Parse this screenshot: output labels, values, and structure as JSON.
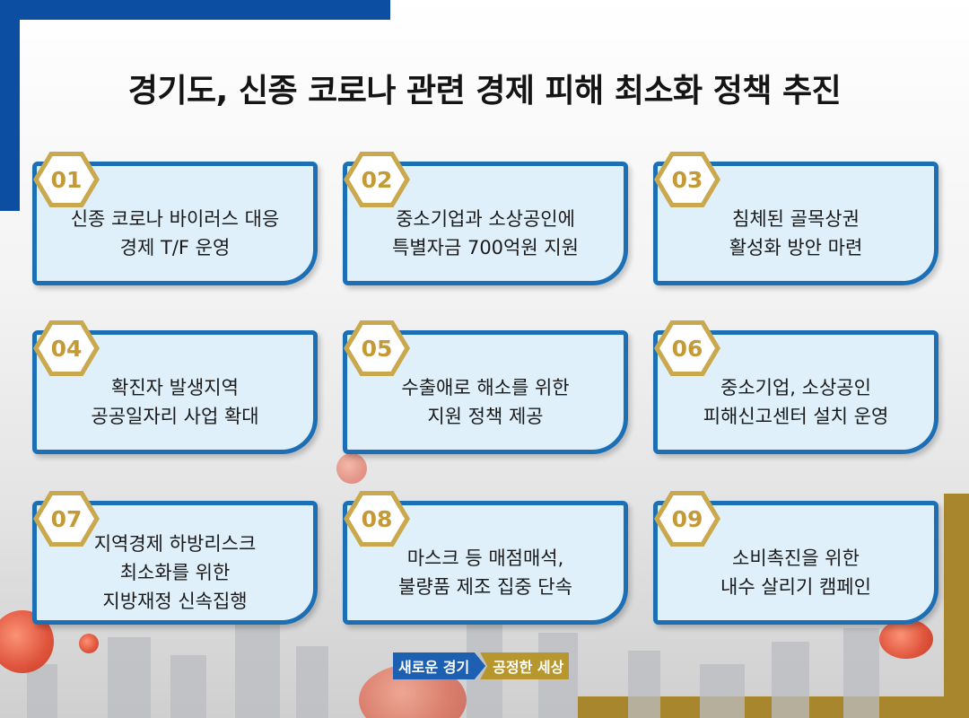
{
  "title": "경기도, 신종 코로나 관련 경제 피해 최소화 정책 추진",
  "cards": [
    {
      "num": "01",
      "text": "신종 코로나 바이러스 대응\n경제 T/F 운영"
    },
    {
      "num": "02",
      "text": "중소기업과 소상공인에\n특별자금 700억원 지원"
    },
    {
      "num": "03",
      "text": "침체된 골목상권\n활성화 방안 마련"
    },
    {
      "num": "04",
      "text": "확진자 발생지역\n공공일자리 사업 확대"
    },
    {
      "num": "05",
      "text": "수출애로 해소를 위한\n지원 정책 제공"
    },
    {
      "num": "06",
      "text": "중소기업, 소상공인\n피해신고센터 설치 운영"
    },
    {
      "num": "07",
      "text": "지역경제 하방리스크\n최소화를 위한\n지방재정 신속집행"
    },
    {
      "num": "08",
      "text": "마스크 등 매점매석,\n불량품 제조 집중 단속"
    },
    {
      "num": "09",
      "text": "소비촉진을 위한\n내수 살리기 캠페인"
    }
  ],
  "footer": {
    "left": "새로운 경기",
    "right": "공정한 세상"
  },
  "colors": {
    "blue": "#1d6fb5",
    "gold": "#c49a38",
    "card_bg": "#dff0fb"
  }
}
